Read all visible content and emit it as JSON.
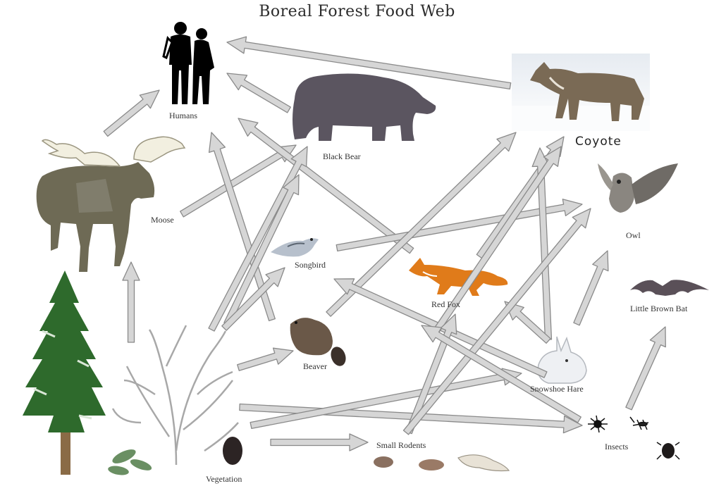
{
  "diagram": {
    "title": "Boreal Forest Food Web",
    "nodes": {
      "humans": "Humans",
      "black_bear": "Black Bear",
      "coyote": "Coyote",
      "moose": "Moose",
      "owl": "Owl",
      "songbird": "Songbird",
      "red_fox": "Red Fox",
      "little_brown_bat": "Little Brown Bat",
      "beaver": "Beaver",
      "snowshoe_hare": "Snowshoe Hare",
      "insects": "Insects",
      "small_rodents": "Small Rodents",
      "vegetation": "Vegetation"
    },
    "colors": {
      "arrow_fill": "#d6d6d6",
      "arrow_stroke": "#8a8a8a",
      "bear": "#5b5560",
      "fox": "#e07b1a",
      "moose": "#6e6a55",
      "tree": "#2e6a2c"
    }
  }
}
